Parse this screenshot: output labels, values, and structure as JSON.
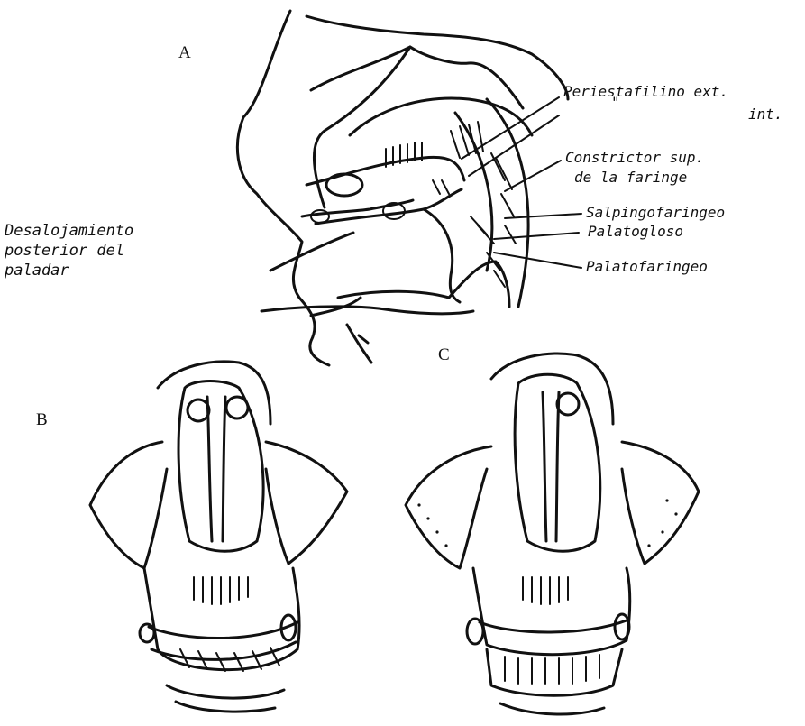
{
  "panels": {
    "a": "A",
    "b": "B",
    "c": "C"
  },
  "side_note": [
    "Desalojamiento",
    "posterior del",
    "paladar"
  ],
  "labels": {
    "periestafilino_ext": "Periestafilino ext.",
    "ditto_mark": "\"",
    "int": "int.",
    "constrictor_1": "Constrictor sup.",
    "constrictor_2": "de la faringe",
    "salpingo": "Salpingofaringeo",
    "palatogloso": "Palatogloso",
    "palatofaringeo": "Palatofaringeo"
  }
}
